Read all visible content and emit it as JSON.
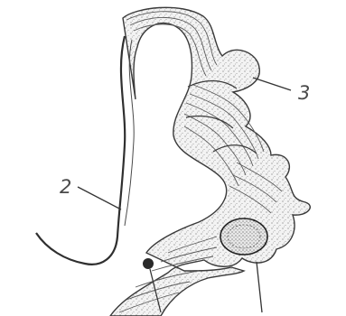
{
  "figure": {
    "background_color": "#ffffff",
    "line_color": "#3a3a3a",
    "cell_fill": "#f2f2f2",
    "nucleus_fill": "#e6e6e6",
    "labels": [
      {
        "id": "1",
        "text": ""
      },
      {
        "id": "2",
        "text": "2"
      },
      {
        "id": "3",
        "text": "3"
      }
    ]
  }
}
